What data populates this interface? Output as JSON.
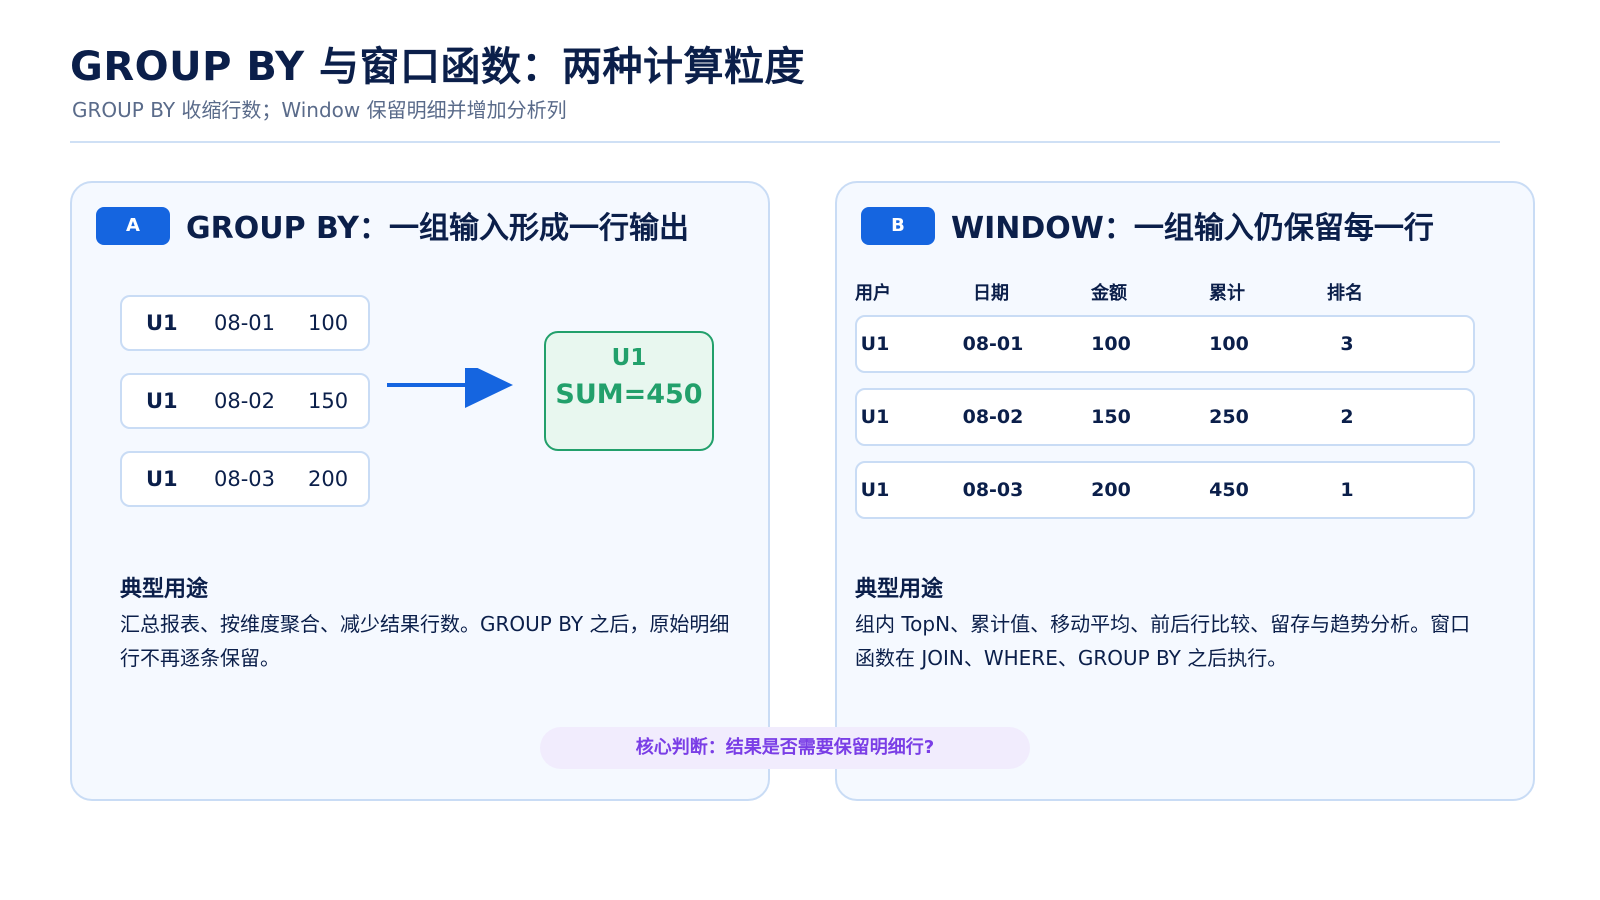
{
  "header": {
    "title": "GROUP BY 与窗口函数：两种计算粒度",
    "subtitle": "GROUP BY 收缩行数；Window 保留明细并增加分析列"
  },
  "panel_a": {
    "badge": "A",
    "heading": "GROUP BY：一组输入形成一行输出",
    "rows": [
      {
        "user": "U1",
        "date": "08-01",
        "amount": "100"
      },
      {
        "user": "U1",
        "date": "08-02",
        "amount": "150"
      },
      {
        "user": "U1",
        "date": "08-03",
        "amount": "200"
      }
    ],
    "result": {
      "user": "U1",
      "sum": "SUM=450"
    },
    "use_title": "典型用途",
    "use_text": "汇总报表、按维度聚合、减少结果行数。GROUP BY 之后，原始明细行不再逐条保留。"
  },
  "panel_b": {
    "badge": "B",
    "heading": "WINDOW：一组输入仍保留每一行",
    "columns": [
      "用户",
      "日期",
      "金额",
      "累计",
      "排名"
    ],
    "rows": [
      [
        "U1",
        "08-01",
        "100",
        "100",
        "3"
      ],
      [
        "U1",
        "08-02",
        "150",
        "250",
        "2"
      ],
      [
        "U1",
        "08-03",
        "200",
        "450",
        "1"
      ]
    ],
    "use_title": "典型用途",
    "use_text": "组内 TopN、累计值、移动平均、前后行比较、留存与趋势分析。窗口函数在 JOIN、WHERE、GROUP BY 之后执行。"
  },
  "footer": {
    "note": "核心判断：结果是否需要保留明细行?"
  },
  "colors": {
    "primary": "#1565e0",
    "heading": "#0b1f4a",
    "success": "#22a06b",
    "accent": "#7a3ee6",
    "panel_bg": "#f5f9ff",
    "border": "#c9dcf5"
  }
}
